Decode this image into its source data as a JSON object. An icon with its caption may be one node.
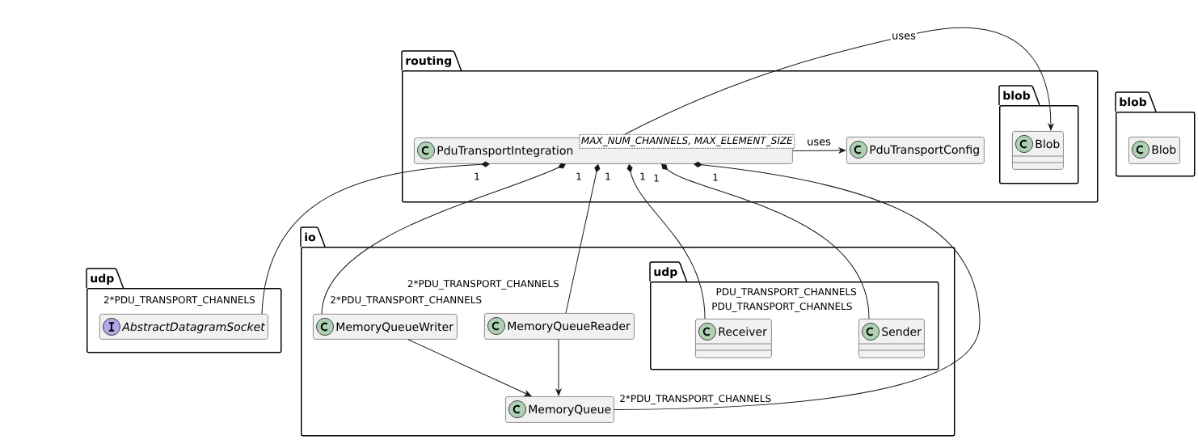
{
  "diagram": {
    "nodes": [
      {
        "text": [
          "routing"
        ]
      },
      {
        "text": [
          "PduTransportIntegration",
          "MAX_NUM_CHANNELS, MAX_ELEMENT_SIZE"
        ],
        "in": 0
      },
      {
        "text": [
          "PduTransportConfig"
        ],
        "in": 0
      },
      {
        "text": [
          "blob"
        ],
        "in": 0
      },
      {
        "text": [
          "Blob"
        ],
        "in": 3
      },
      {
        "text": [
          "blob"
        ]
      },
      {
        "text": [
          "Blob"
        ],
        "in": 5
      },
      {
        "text": [
          "udp"
        ]
      },
      {
        "text": [
          "AbstractDatagramSocket"
        ],
        "in": 7
      },
      {
        "text": [
          "io"
        ]
      },
      {
        "text": [
          "MemoryQueueWriter"
        ],
        "in": 9
      },
      {
        "text": [
          "MemoryQueueReader"
        ],
        "in": 9
      },
      {
        "text": [
          "udp"
        ],
        "in": 9
      },
      {
        "text": [
          "Receiver"
        ],
        "in": 12
      },
      {
        "text": [
          "Sender"
        ],
        "in": 12
      },
      {
        "text": [
          "MemoryQueue"
        ],
        "in": 9
      }
    ],
    "edges": [
      {
        "from": 1,
        "to": 2,
        "arrow": "to",
        "label": "uses"
      },
      {
        "from": 1,
        "to": 4,
        "arrow": "to",
        "label": "uses"
      },
      {
        "from": 1,
        "to": 8,
        "arrow": "other"
      },
      {
        "from": 1,
        "to": 10,
        "arrow": "other"
      },
      {
        "from": 1,
        "to": 11,
        "arrow": "other"
      },
      {
        "from": 1,
        "to": 13,
        "arrow": "other"
      },
      {
        "from": 1,
        "to": 14,
        "arrow": "other"
      },
      {
        "from": 1,
        "to": 15,
        "arrow": "other"
      },
      {
        "from": 10,
        "to": 15,
        "arrow": "to"
      },
      {
        "from": 11,
        "to": 15,
        "arrow": "to"
      }
    ],
    "labels": [
      "1",
      "1",
      "1",
      "1",
      "1",
      "1",
      "2*PDU_TRANSPORT_CHANNELS",
      "PDU_TRANSPORT_CHANNELS",
      "2*PDU_TRANSPORT_CHANNELS",
      "2*PDU_TRANSPORT_CHANNELS",
      "PDU_TRANSPORT_CHANNELS",
      "2*PDU_TRANSPORT_CHANNELS"
    ]
  }
}
